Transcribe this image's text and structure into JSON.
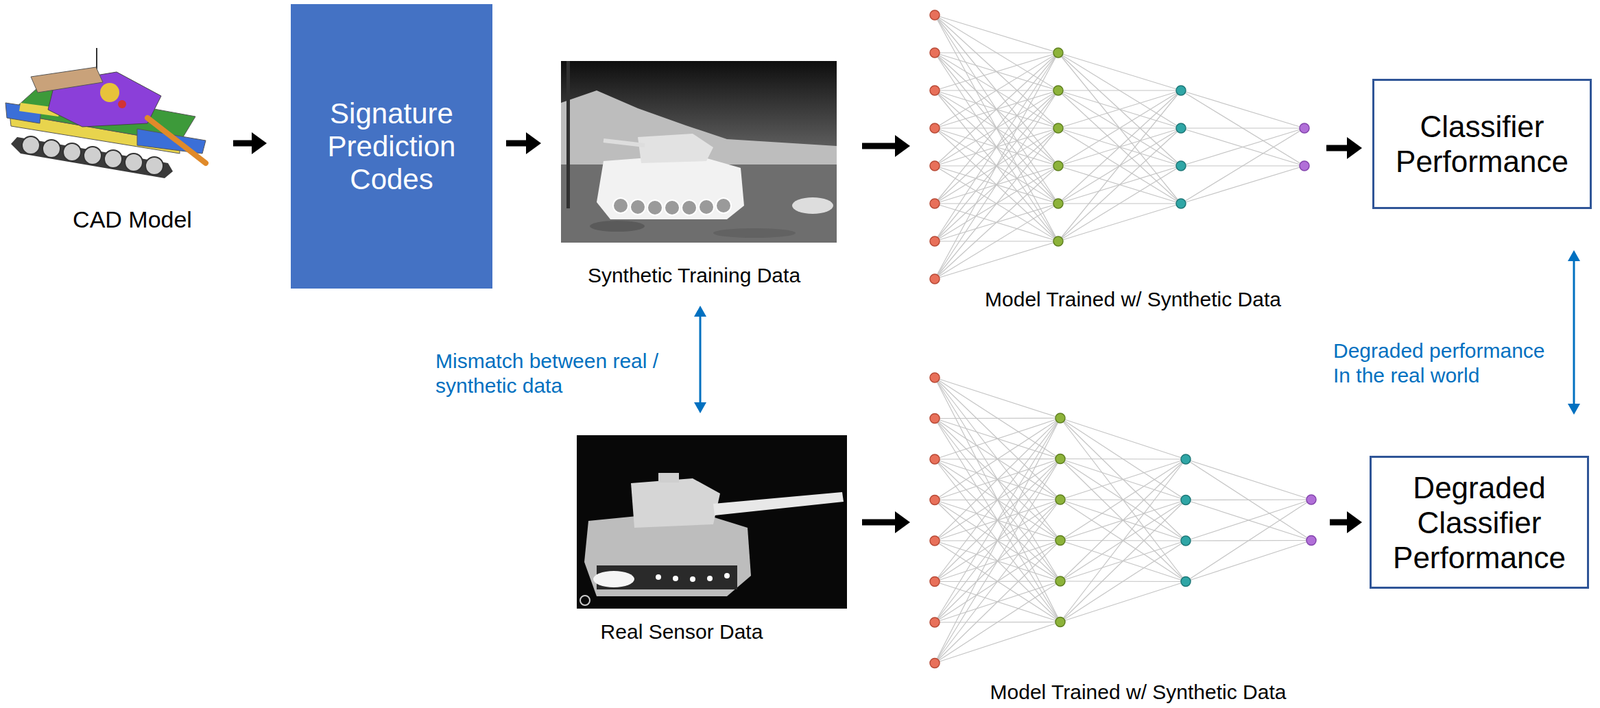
{
  "diagram": {
    "nodes": [
      {
        "text": [
          "CAD Model"
        ]
      },
      {
        "text": [
          "Signature Prediction Codes"
        ]
      },
      {
        "text": [
          "Synthetic Training Data"
        ]
      },
      {
        "text": [
          "Model Trained w/ Synthetic Data"
        ]
      },
      {
        "text": [
          "Classifier Performance"
        ]
      },
      {
        "text": [
          "Real Sensor Data"
        ]
      },
      {
        "text": [
          "Model Trained w/ Synthetic Data"
        ]
      },
      {
        "text": [
          "Degraded Classifier Performance"
        ]
      }
    ],
    "edges": [
      {
        "from": 0,
        "to": 1,
        "arrow": "to"
      },
      {
        "from": 1,
        "to": 2,
        "arrow": "to"
      },
      {
        "from": 2,
        "to": 3,
        "arrow": "to"
      },
      {
        "from": 3,
        "to": 4,
        "arrow": "to"
      },
      {
        "from": 2,
        "to": 5,
        "arrow": "both",
        "label": "Mismatch between real / synthetic data"
      },
      {
        "from": 4,
        "to": 7,
        "arrow": "both",
        "label": "Degraded performance In the real world"
      },
      {
        "from": 5,
        "to": 6,
        "arrow": "to"
      },
      {
        "from": 6,
        "to": 7,
        "arrow": "to"
      }
    ]
  }
}
